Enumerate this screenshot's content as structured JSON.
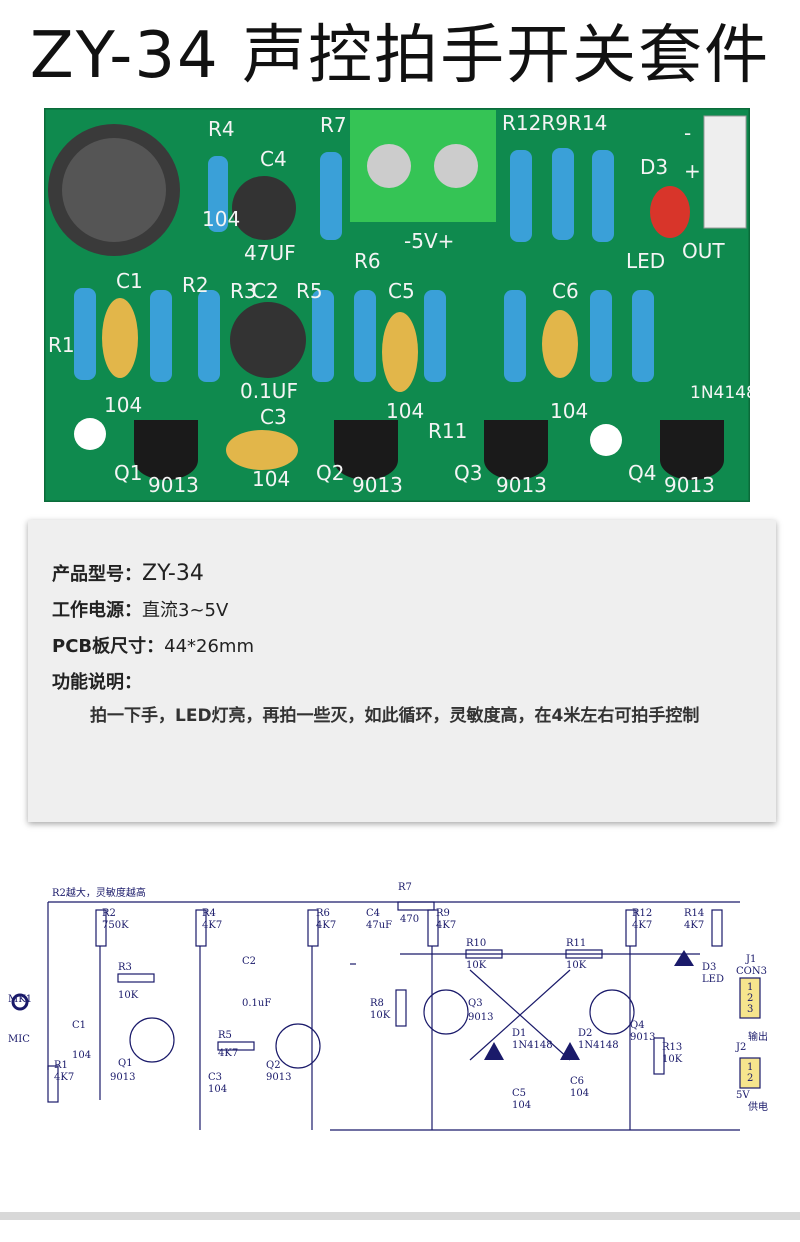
{
  "title": "ZY-34 声控拍手开关套件",
  "pcb": {
    "labels": [
      "R4",
      "R7",
      "R12R9R14",
      "C4",
      "47UF",
      "-5V+",
      "D3",
      "LED",
      "OUT",
      "C1",
      "R2",
      "R3",
      "C2",
      "R5",
      "R6",
      "C5",
      "C6",
      "R1",
      "1N4148",
      "0.1UF",
      "104",
      "C3",
      "104",
      "104",
      "R11",
      "104",
      "Q1",
      "9013",
      "104",
      "Q2",
      "9013",
      "Q3",
      "9013",
      "Q4",
      "9013",
      "-",
      "+"
    ]
  },
  "info": {
    "model_key": "产品型号：",
    "model_val": "ZY-34",
    "power_key": "工作电源：",
    "power_val": "直流3~5V",
    "pcb_key": "PCB板尺寸：",
    "pcb_val": "44*26mm",
    "func_key": "功能说明：",
    "description": "拍一下手，LED灯亮，再拍一些灭，如此循环，灵敏度高，在4米左右可拍手控制"
  },
  "schematic": {
    "labels": [
      "R2越大，灵敏度越高",
      "R7",
      "470",
      "R2",
      "750K",
      "R4",
      "4K7",
      "R6",
      "4K7",
      "C4",
      "47uF",
      "R9",
      "4K7",
      "R12",
      "4K7",
      "R14",
      "4K7",
      "R10",
      "10K",
      "R11",
      "10K",
      "D3",
      "LED",
      "J1",
      "CON3",
      "R3",
      "10K",
      "C2",
      "0.1uF",
      "R8",
      "10K",
      "Q3",
      "9013",
      "Q4",
      "9013",
      "MK1",
      "MIC",
      "C1",
      "104",
      "R1",
      "4K7",
      "Q1",
      "9013",
      "R5",
      "4K7",
      "Q2",
      "9013",
      "C3",
      "104",
      "D1",
      "1N4148",
      "D2",
      "1N4148",
      "R13",
      "10K",
      "C5",
      "104",
      "C6",
      "104",
      "输出",
      "J2",
      "5V",
      "供电",
      "1",
      "2",
      "3",
      "1",
      "2"
    ]
  }
}
